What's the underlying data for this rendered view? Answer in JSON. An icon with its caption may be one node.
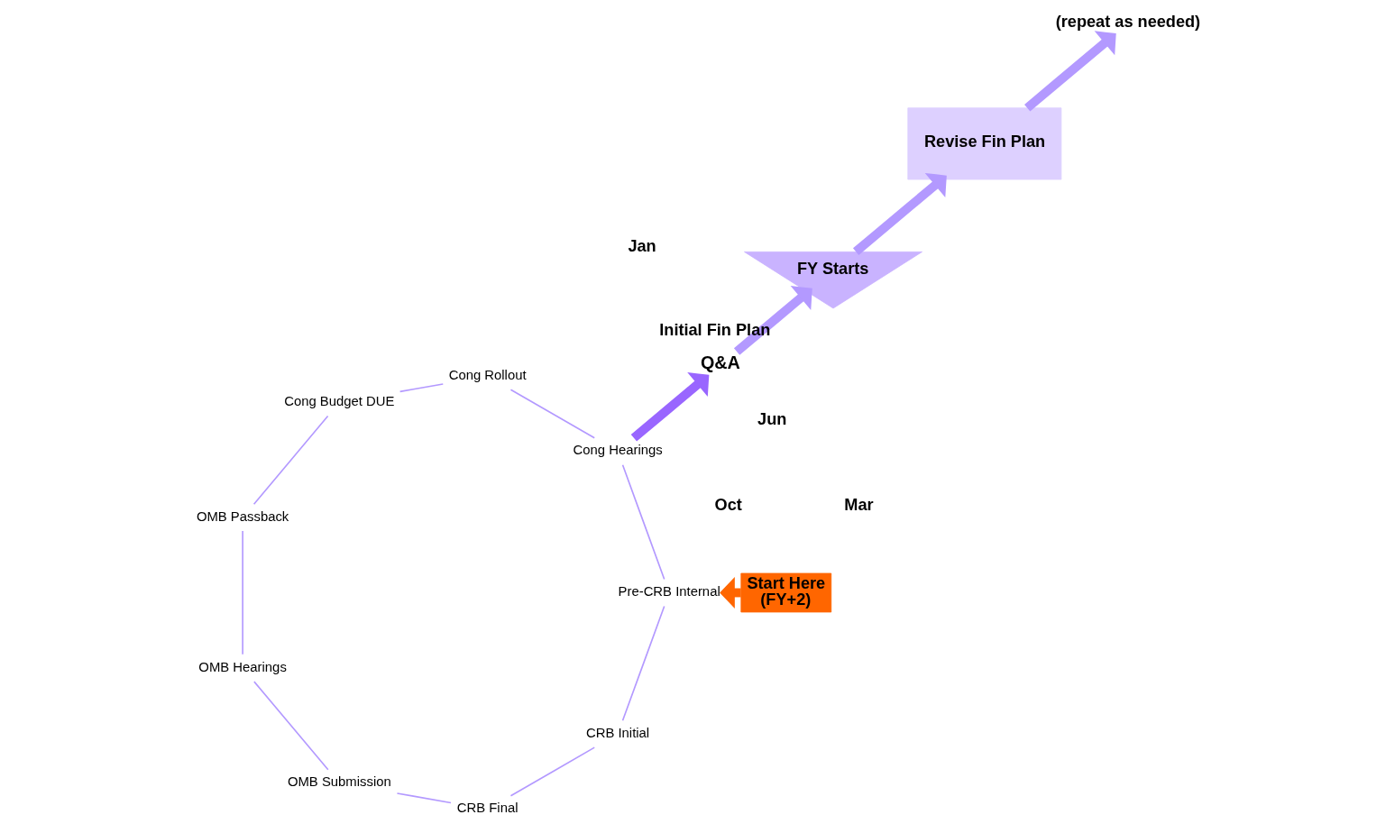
{
  "diagram": {
    "nodes": [
      {
        "text": [
          "CRB Initial"
        ]
      },
      {
        "text": [
          "CRB Final"
        ]
      },
      {
        "text": [
          "OMB Submission"
        ]
      },
      {
        "text": [
          "OMB Hearings"
        ]
      },
      {
        "text": [
          "OMB Passback"
        ]
      },
      {
        "text": [
          "Cong Budget DUE"
        ]
      },
      {
        "text": [
          "Cong Rollout"
        ]
      },
      {
        "text": [
          "Cong Hearings"
        ]
      },
      {
        "text": [
          "Pre-CRB Internal"
        ]
      },
      {
        "text": [
          "Start Here",
          "(FY+2)"
        ]
      },
      {
        "text": [
          "Q&A"
        ]
      },
      {
        "text": [
          "FY Starts"
        ]
      },
      {
        "text": [
          "Revise Fin Plan"
        ]
      },
      {
        "text": [
          "(repeat as needed)"
        ]
      }
    ],
    "edges": [
      {
        "from": 0,
        "to": 1,
        "arrow": "none"
      },
      {
        "from": 1,
        "to": 2,
        "arrow": "none"
      },
      {
        "from": 2,
        "to": 3,
        "arrow": "none"
      },
      {
        "from": 3,
        "to": 4,
        "arrow": "none"
      },
      {
        "from": 4,
        "to": 5,
        "arrow": "none"
      },
      {
        "from": 5,
        "to": 6,
        "arrow": "none"
      },
      {
        "from": 6,
        "to": 7,
        "arrow": "none"
      },
      {
        "from": 7,
        "to": 8,
        "arrow": "none"
      },
      {
        "from": 8,
        "to": 0,
        "arrow": "none"
      },
      {
        "from": 9,
        "to": 8,
        "arrow": "to",
        "style": "thick",
        "color": "#ff6600"
      },
      {
        "from": 7,
        "to": 10,
        "arrow": "to",
        "style": "thick",
        "color": "#9966ff"
      },
      {
        "from": 10,
        "to": 11,
        "arrow": "to",
        "style": "thick",
        "label": "Initial Fin Plan"
      },
      {
        "from": 11,
        "to": 12,
        "arrow": "to",
        "style": "thick"
      },
      {
        "from": 12,
        "to": 13,
        "arrow": "to",
        "style": "thick"
      }
    ],
    "labels": [
      "Jun",
      "Oct",
      "Mar",
      "Jan"
    ]
  }
}
